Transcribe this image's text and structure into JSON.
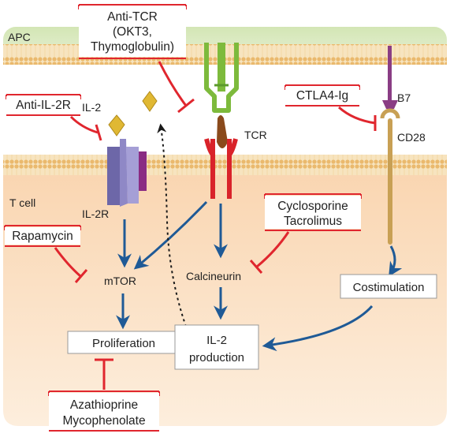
{
  "regions": {
    "apc": "APC",
    "tcell": "T cell"
  },
  "receptors": {
    "il2": "IL-2",
    "il2r": "IL-2R",
    "tcr": "TCR",
    "b7": "B7",
    "cd28": "CD28"
  },
  "nodes": {
    "mtor": "mTOR",
    "calcineurin": "Calcineurin",
    "costimulation": "Costimulation",
    "proliferation": "Proliferation",
    "il2_production": [
      "IL-2",
      "production"
    ]
  },
  "drugs": {
    "anti_tcr": [
      "Anti-TCR",
      "(OKT3,",
      "Thymoglobulin)"
    ],
    "anti_il2r": "Anti-IL-2R",
    "ctla4_ig": "CTLA4-Ig",
    "rapamycin": "Rapamycin",
    "cyclosporine_tacrolimus": [
      "Cyclosporine",
      "Tacrolimus"
    ],
    "azathioprine_mycophenolate": [
      "Azathioprine",
      "Mycophenolate"
    ]
  },
  "colors": {
    "apc_bg": "#cfe3b0",
    "cell_bg": "#fbe2c8",
    "membrane": "#f0c98d",
    "inhibitor": "#e0262e",
    "arrow": "#1f5a96",
    "il2r_body": "#8f88c6",
    "il2r_side": "#8a2c83",
    "il2_diamond": "#e0b833",
    "tcr_green": "#7dba3c",
    "tcr_red": "#d9232a",
    "tcr_brown": "#8a4a1c",
    "b7": "#8a3d84",
    "cd28": "#c8a054"
  }
}
